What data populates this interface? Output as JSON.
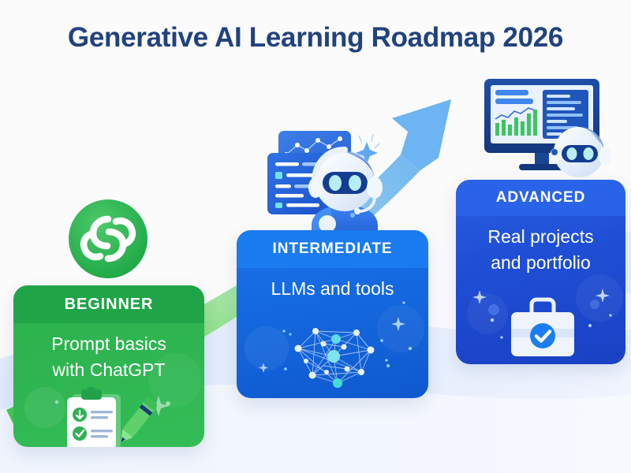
{
  "page": {
    "title": "Generative AI Learning Roadmap 2026",
    "background_color": "#fbfbfc",
    "title_color": "#22427e"
  },
  "arrow": {
    "name": "growth-arrow",
    "start_color": "#3ec94a",
    "mid_color": "#8fe36b",
    "end_color": "#6cb4f2",
    "direction": "up-right"
  },
  "cards": [
    {
      "id": "beginner",
      "level": "BEGINNER",
      "description": "Prompt basics with ChatGPT",
      "line1": "Prompt basics",
      "line2": "with ChatGPT",
      "color": "#2eb551",
      "header_color": "#1fa548",
      "icon": "clipboard-checklist-icon"
    },
    {
      "id": "intermediate",
      "level": "INTERMEDIATE",
      "description": "LLMs and tools",
      "line1": "LLMs and tools",
      "line2": "",
      "color": "#1569e0",
      "header_color": "#1b7bf0",
      "icon": "neural-network-icon"
    },
    {
      "id": "advanced",
      "level": "ADVANCED",
      "description": "Real projects and portfolio",
      "line1": "Real projects",
      "line2": "and portfolio",
      "color": "#1f4fd6",
      "header_color": "#2b63e8",
      "icon": "briefcase-check-icon"
    }
  ],
  "illustrations": [
    {
      "name": "chatgpt-logo",
      "label": "ChatGPT logo",
      "color": "#29b34a"
    },
    {
      "name": "ai-robot-with-documents",
      "label": "AI robot assistant with document and chart cards",
      "color": "#1f6fe0"
    },
    {
      "name": "dashboard-monitor-with-robot",
      "label": "Analytics monitor with code, charts and robot head",
      "color": "#17408f"
    }
  ]
}
